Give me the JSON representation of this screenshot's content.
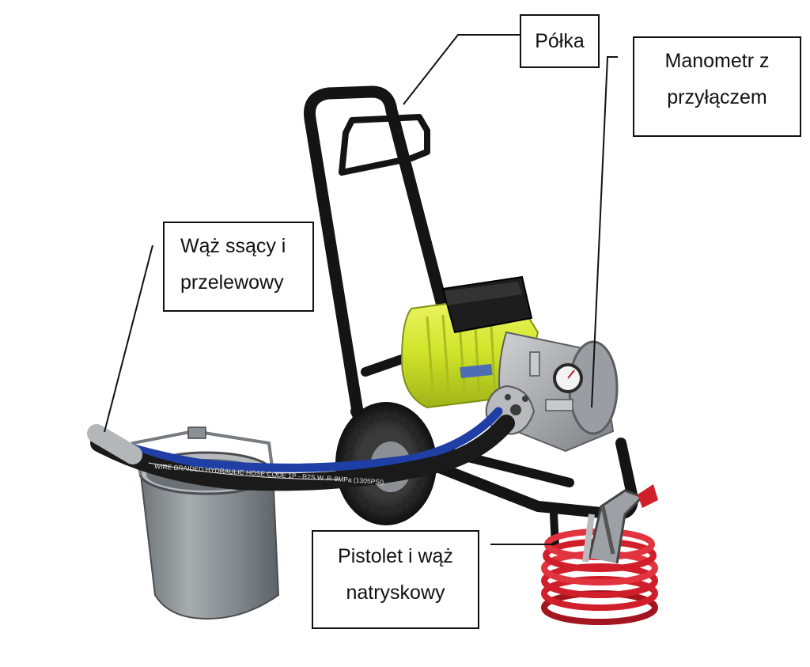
{
  "labels": {
    "polka": "Półka",
    "manometr": [
      "Manometr z",
      "przyłączem"
    ],
    "waz_ssacy": [
      "Wąż ssący i",
      "przelewowy"
    ],
    "pistolet": [
      "Pistolet i wąż",
      "natryskowy"
    ]
  },
  "hose_print": "WIRE BRAIDED HYDRAULIC HOSE CODE 1P - R2S W. P. 8MPa (1305PSI)",
  "colors": {
    "frame": "#141414",
    "motor": "#d6ea2a",
    "pump_body": "#a9abae",
    "bucket": "#8d9296",
    "blue_hose": "#1f3fa6",
    "black_hose": "#1a1a1a",
    "red_hose": "#d01f2b",
    "leader_line": "#111111"
  }
}
